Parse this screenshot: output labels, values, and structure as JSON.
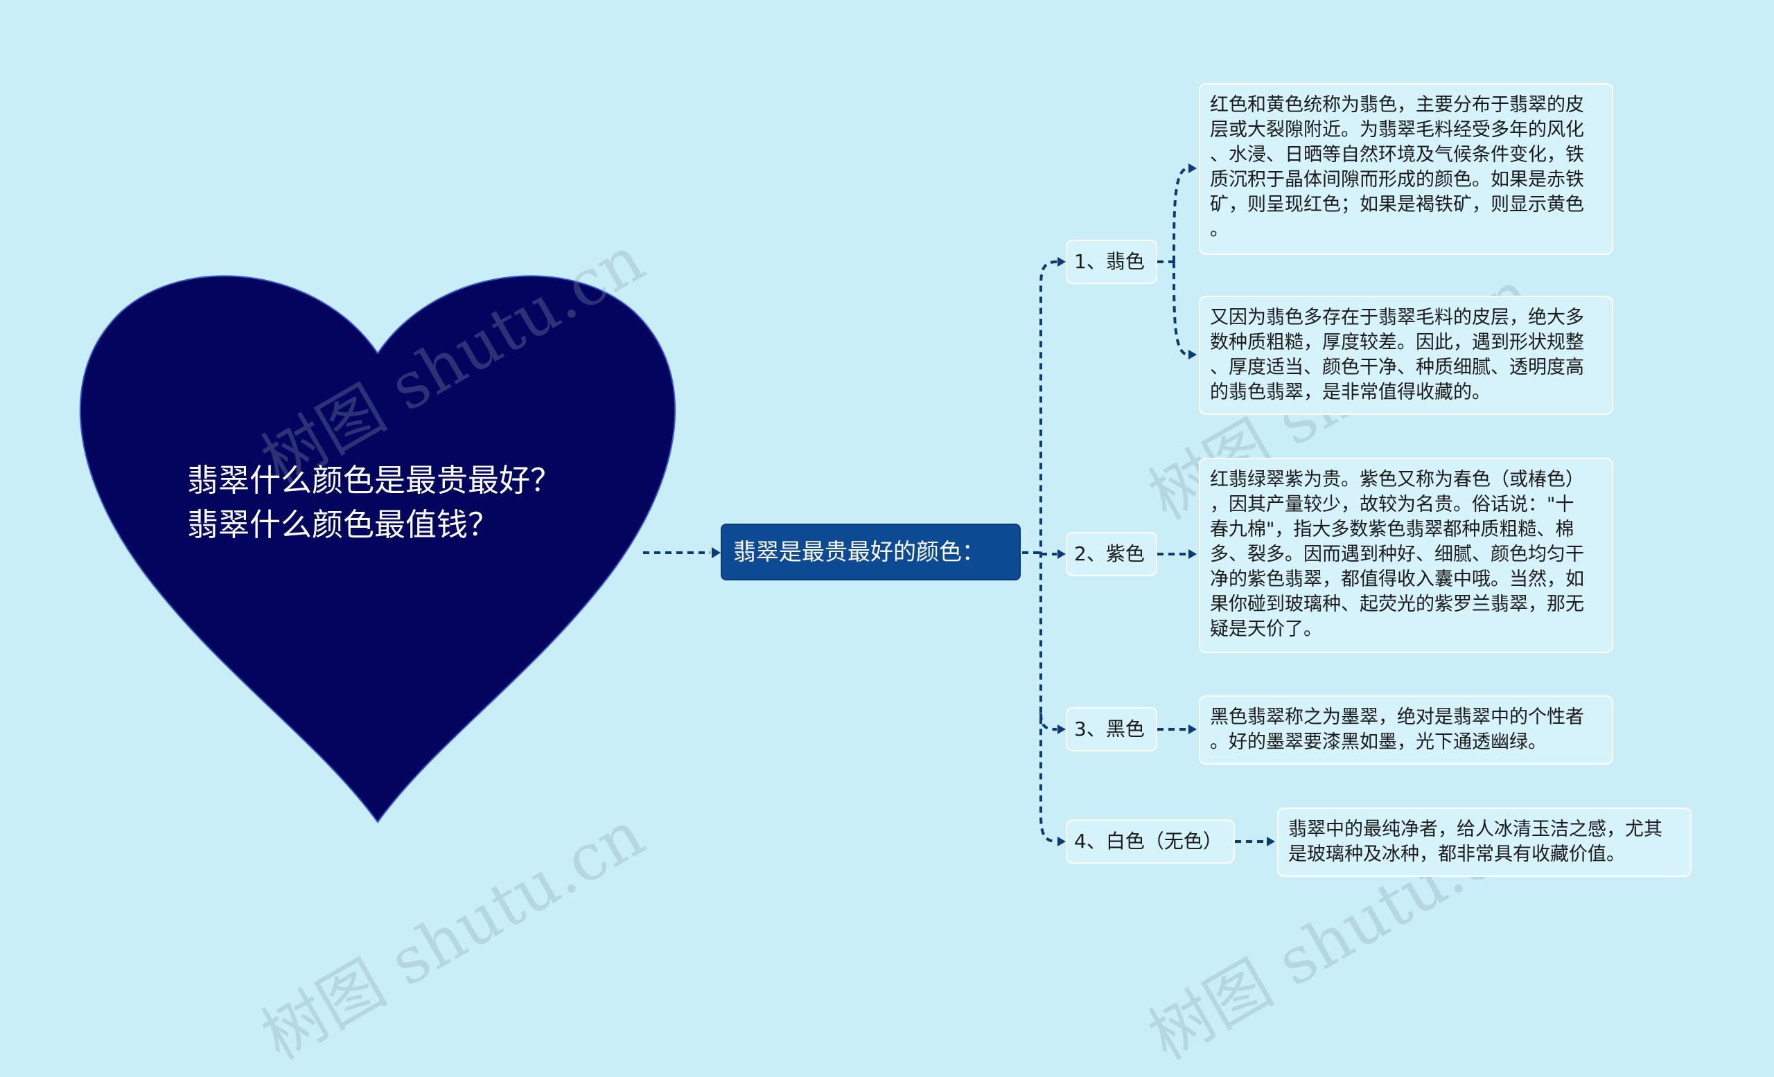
{
  "root": {
    "title": "翡翠什么颜色是最贵最好？翡翠什么颜色最值钱？"
  },
  "center": {
    "label": "翡翠是最贵最好的颜色："
  },
  "branches": [
    {
      "label": "1、翡色"
    },
    {
      "label": "2、紫色"
    },
    {
      "label": "3、黑色"
    },
    {
      "label": "4、白色（无色）"
    }
  ],
  "leaves": [
    {
      "text": "红色和黄色统称为翡色，主要分布于翡翠的皮\n层或大裂隙附近。为翡翠毛料经受多年的风化\n、水浸、日晒等自然环境及气候条件变化，铁\n质沉积于晶体间隙而形成的颜色。如果是赤铁\n矿，则呈现红色；如果是褐铁矿，则显示黄色\n。"
    },
    {
      "text": "又因为翡色多存在于翡翠毛料的皮层，绝大多\n数种质粗糙，厚度较差。因此，遇到形状规整\n、厚度适当、颜色干净、种质细腻、透明度高\n的翡色翡翠，是非常值得收藏的。"
    },
    {
      "text": "红翡绿翠紫为贵。紫色又称为春色（或椿色）\n，因其产量较少，故较为名贵。俗话说：\"十\n春九棉\"，指大多数紫色翡翠都种质粗糙、棉\n多、裂多。因而遇到种好、细腻、颜色均匀干\n净的紫色翡翠，都值得收入囊中哦。当然，如\n果你碰到玻璃种、起荧光的紫罗兰翡翠，那无\n疑是天价了。"
    },
    {
      "text": "黑色翡翠称之为墨翠，绝对是翡翠中的个性者\n。好的墨翠要漆黑如墨，光下通透幽绿。"
    },
    {
      "text": "翡翠中的最纯净者，给人冰清玉洁之感，尤其\n是玻璃种及冰种，都非常具有收藏价值。"
    }
  ],
  "watermark": {
    "text": "树图 shutu.cn"
  },
  "colors": {
    "background": "#c9eef8",
    "heart": "#03045e",
    "center": "#0c4a93",
    "connector": "#0a3b78"
  }
}
